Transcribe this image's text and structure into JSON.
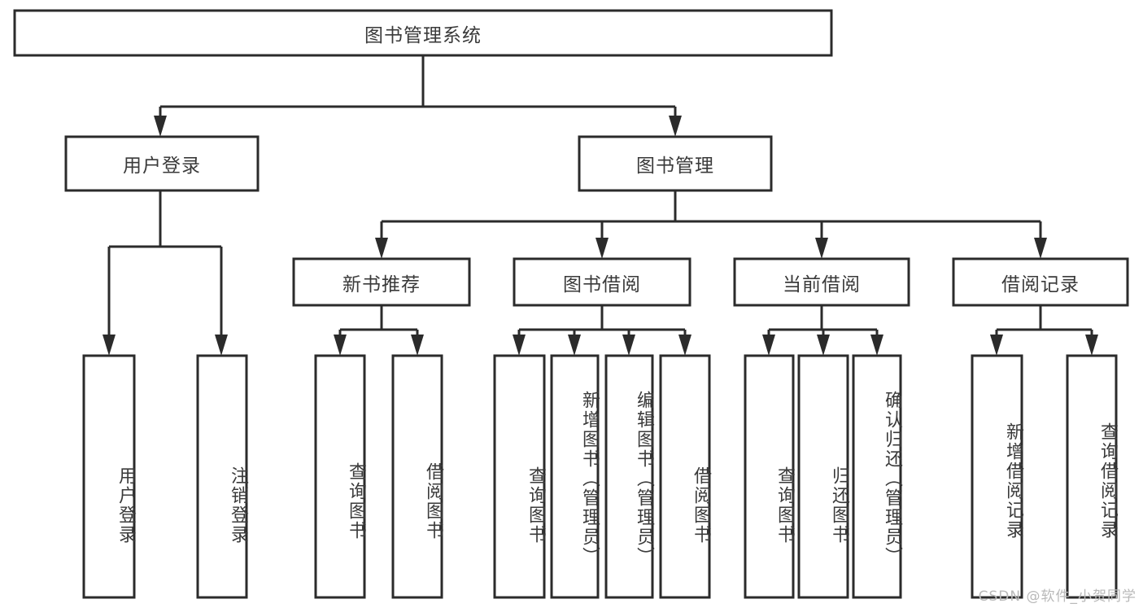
{
  "diagram": {
    "title": "图书管理系统",
    "type": "tree-hierarchy-diagram",
    "colors": {
      "box_stroke": "#2b2b2b",
      "box_fill": "#ffffff",
      "text": "#3a3a3a",
      "watermark": "#b9b9b9"
    },
    "root": {
      "label": "图书管理系统"
    },
    "level2": [
      {
        "label": "用户登录"
      },
      {
        "label": "图书管理"
      }
    ],
    "level3": [
      {
        "label": "新书推荐"
      },
      {
        "label": "图书借阅"
      },
      {
        "label": "当前借阅"
      },
      {
        "label": "借阅记录"
      }
    ],
    "leaves": {
      "user_login": [
        {
          "label": "用户登录"
        },
        {
          "label": "注销登录"
        }
      ],
      "new_book_recommend": [
        {
          "label": "查询图书"
        },
        {
          "label": "借阅图书"
        }
      ],
      "book_borrow": [
        {
          "label": "查询图书"
        },
        {
          "label": "新增图书（管理员）"
        },
        {
          "label": "编辑图书（管理员）"
        },
        {
          "label": "借阅图书"
        }
      ],
      "current_borrow": [
        {
          "label": "查询图书"
        },
        {
          "label": "归还图书"
        },
        {
          "label": "确认归还（管理员）"
        }
      ],
      "borrow_record": [
        {
          "label": "新增借阅记录"
        },
        {
          "label": "查询借阅记录"
        }
      ]
    },
    "watermark": "CSDN @软件_小贺同学"
  }
}
